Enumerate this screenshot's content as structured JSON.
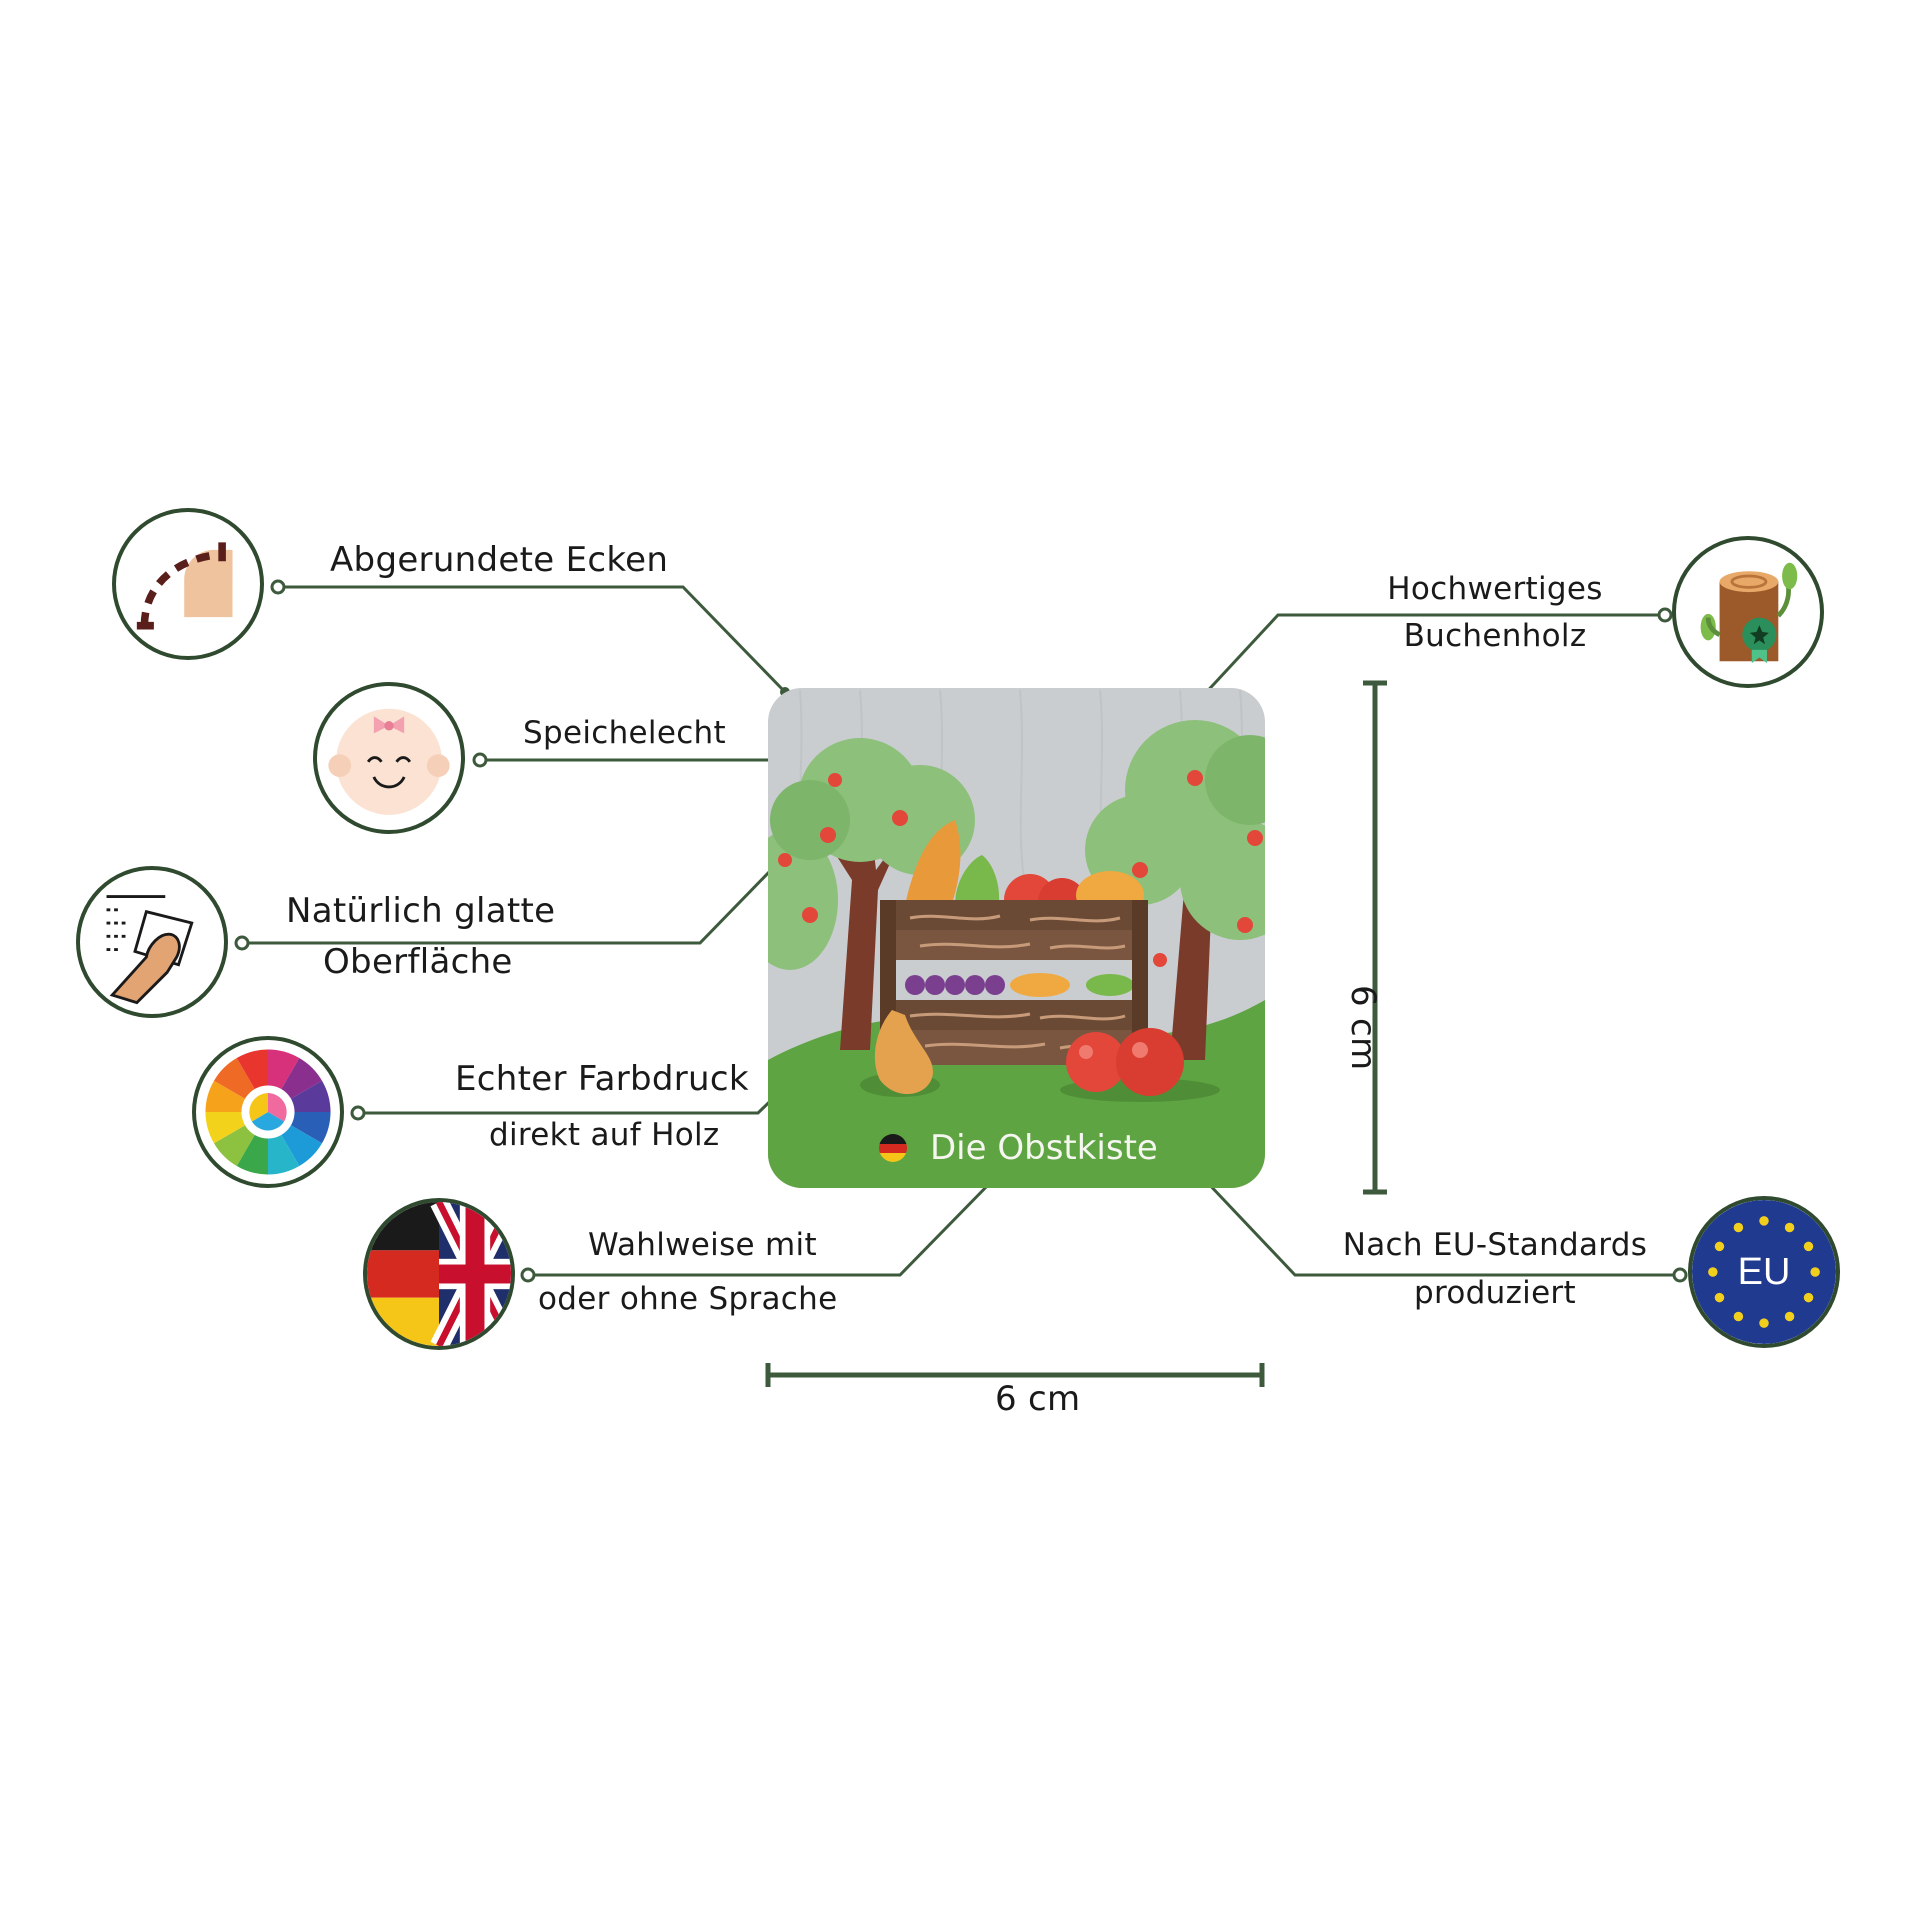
{
  "features": {
    "rounded_corners": "Abgerundete Ecken",
    "saliva_proof": "Speichelecht",
    "smooth_surface_line1": "Natürlich glatte",
    "smooth_surface_line2": "Oberfläche",
    "color_print_line1": "Echter Farbdruck",
    "color_print_line2": "direkt auf Holz",
    "language_line1": "Wahlweise mit",
    "language_line2": "oder ohne Sprache",
    "wood_line1": "Hochwertiges",
    "wood_line2": "Buchenholz",
    "eu_line1": "Nach EU-Standards",
    "eu_line2": "produziert"
  },
  "tile": {
    "title": "Die Obstkiste"
  },
  "dimensions": {
    "width_label": "6 cm",
    "height_label": "6 cm"
  },
  "badges": {
    "eu_text": "EU"
  },
  "colors": {
    "line": "#3d5a3d",
    "badge_border": "#2f4a2f",
    "tile_sky": "#c9cdcf",
    "tile_grass": "#5fa443",
    "crate": "#6b4a35",
    "eu_blue": "#1f3a8f",
    "eu_star": "#f2cf1d"
  }
}
